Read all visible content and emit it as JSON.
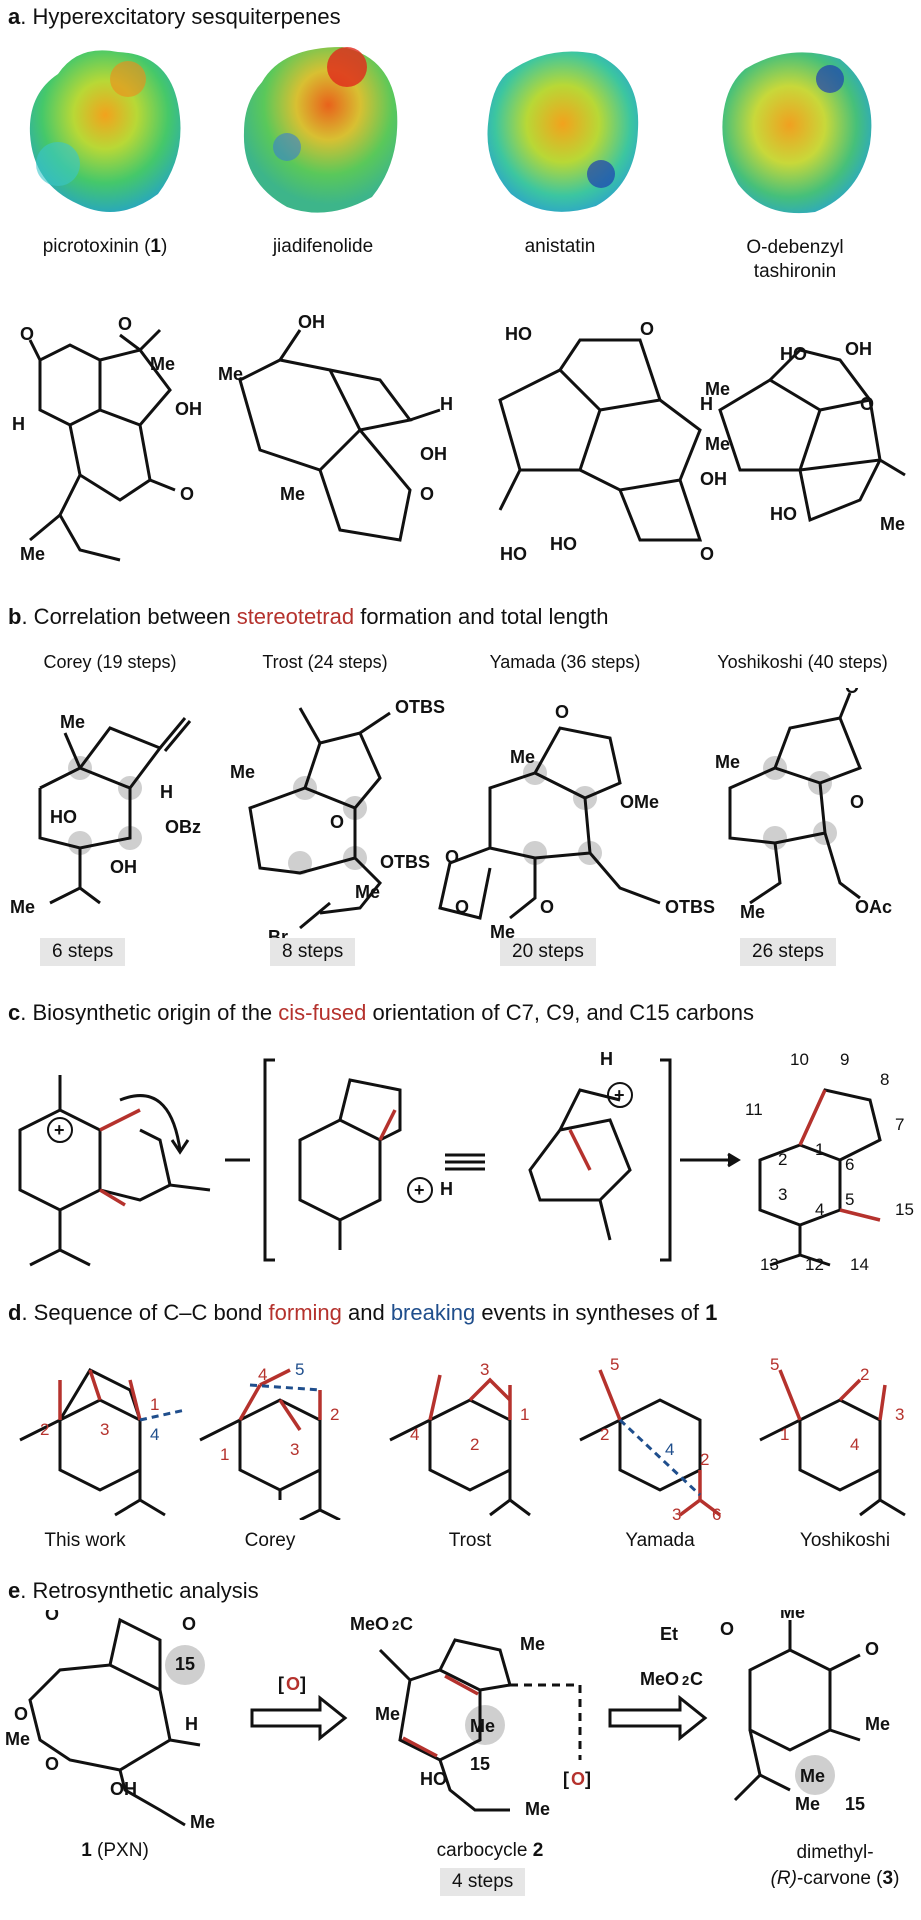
{
  "sections": {
    "a": {
      "letter": "a",
      "title": ". Hyperexcitatory sesquiterpenes",
      "compounds": [
        {
          "name_pre": "picrotoxinin (",
          "name_bold": "1",
          "name_post": ")"
        },
        {
          "name_pre": "jiadifenolide",
          "name_bold": "",
          "name_post": ""
        },
        {
          "name_pre": "anistatin",
          "name_bold": "",
          "name_post": ""
        },
        {
          "name_pre": "O-debenzyl",
          "name_bold": "",
          "name_post": "",
          "line2": "tashironin"
        }
      ]
    },
    "b": {
      "letter": "b",
      "title_pre": ". Correlation between ",
      "title_red": "stereotetrad",
      "title_post": " formation and total length",
      "routes": [
        {
          "author": "Corey (19 steps)",
          "steps": "6 steps"
        },
        {
          "author": "Trost (24 steps)",
          "steps": "8 steps"
        },
        {
          "author": "Yamada (36 steps)",
          "steps": "20 steps"
        },
        {
          "author": "Yoshikoshi (40 steps)",
          "steps": "26 steps"
        }
      ]
    },
    "c": {
      "letter": "c",
      "title_pre": ". Biosynthetic origin of the ",
      "title_red": "cis-fused",
      "title_post": " orientation of C7, C9, and C15 carbons"
    },
    "d": {
      "letter": "d",
      "title_pre": ". Sequence of C–C bond ",
      "title_red": "forming",
      "title_mid": " and ",
      "title_blue": "breaking",
      "title_post": " events in syntheses of ",
      "title_bold": "1",
      "labels": [
        "This work",
        "Corey",
        "Trost",
        "Yamada",
        "Yoshikoshi"
      ]
    },
    "e": {
      "letter": "e",
      "title": ". Retrosynthetic analysis",
      "oxidation": "[O]",
      "pxn_bold": "1",
      "pxn_post": " (PXN)",
      "carbocycle_pre": "carbocycle ",
      "carbocycle_bold": "2",
      "carbocycle_steps": "4 steps",
      "carvone_line1": "dimethyl-",
      "carvone_ital": "(R)",
      "carvone_post": "-carvone (",
      "carvone_bold": "3",
      "carvone_close": ")"
    }
  },
  "colors": {
    "red": "#b5322d",
    "blue": "#1f4e8c",
    "gray_box": "#e6e6e6"
  }
}
